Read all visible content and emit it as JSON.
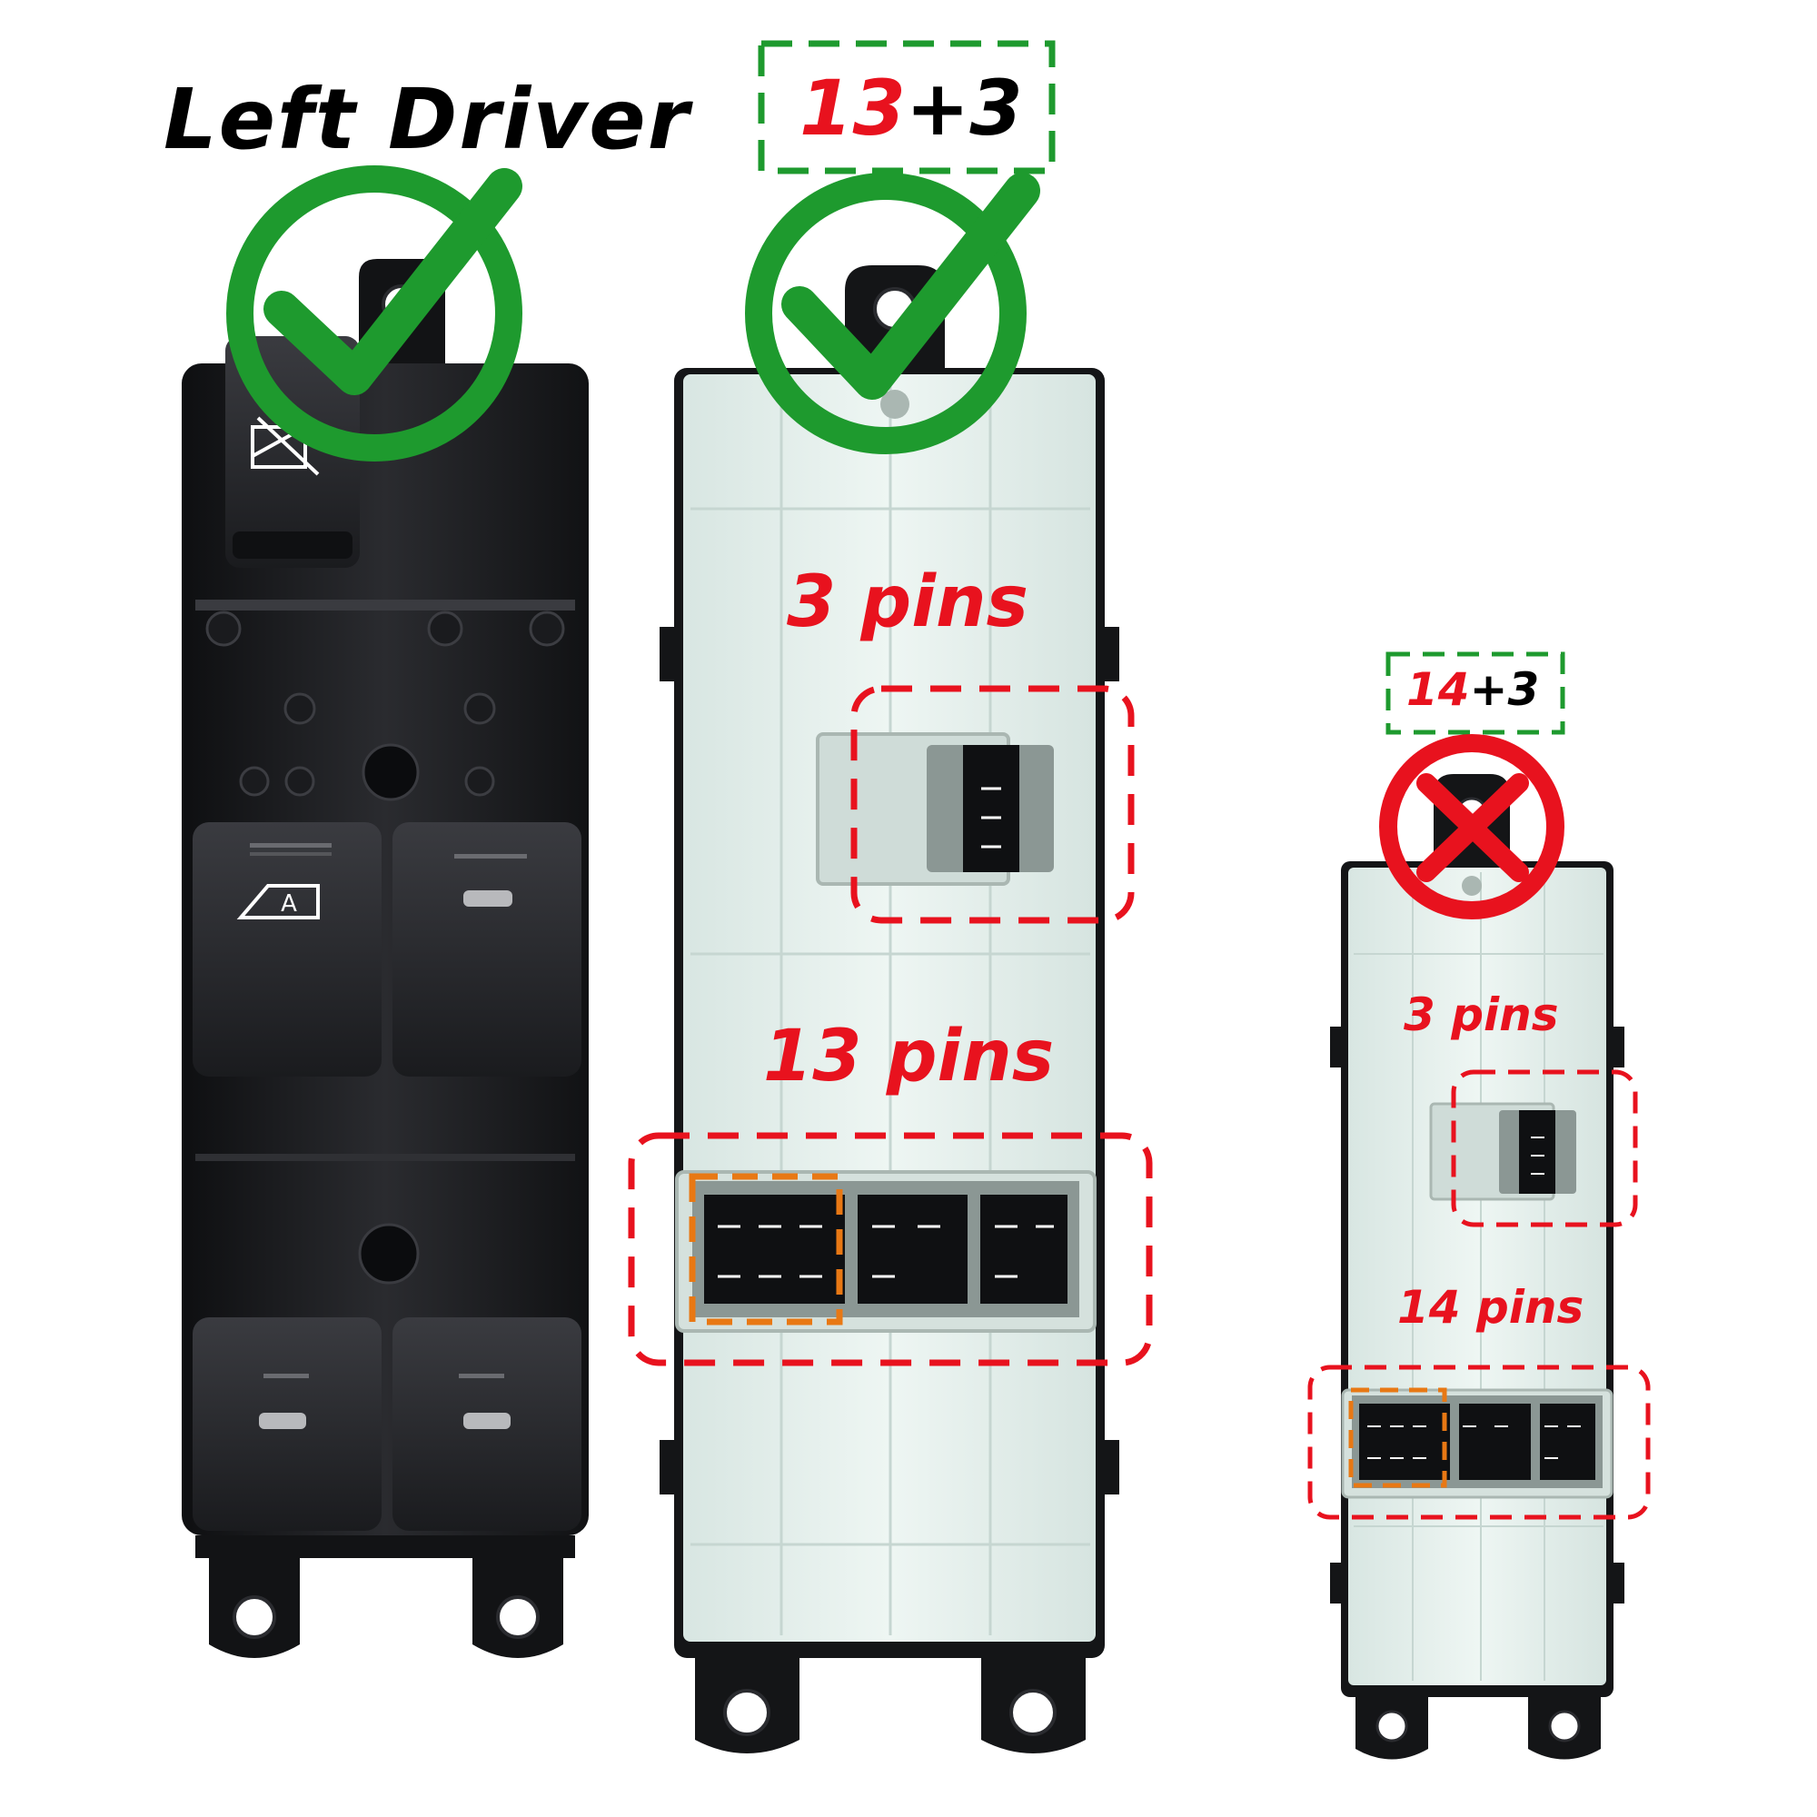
{
  "title": "Left Driver",
  "compatible_switch": {
    "pin_count": {
      "highlight": "13",
      "rest": "+3"
    },
    "connector_small_label": "3 pins",
    "connector_large_label": "13 pins",
    "status": "check-mark-icon"
  },
  "incompatible_switch": {
    "pin_count": {
      "highlight": "14",
      "rest": "+3"
    },
    "connector_small_label": "3 pins",
    "connector_large_label": "14 pins",
    "status": "cross-mark-icon"
  },
  "colors": {
    "check_green": "#1e9a2e",
    "label_red": "#e8121e",
    "dash_green": "#1e9a2e",
    "dash_red": "#e8121e",
    "dash_orange": "#e87814",
    "switch_black": "#1e1f22",
    "switch_back": "#e4f0ec"
  }
}
